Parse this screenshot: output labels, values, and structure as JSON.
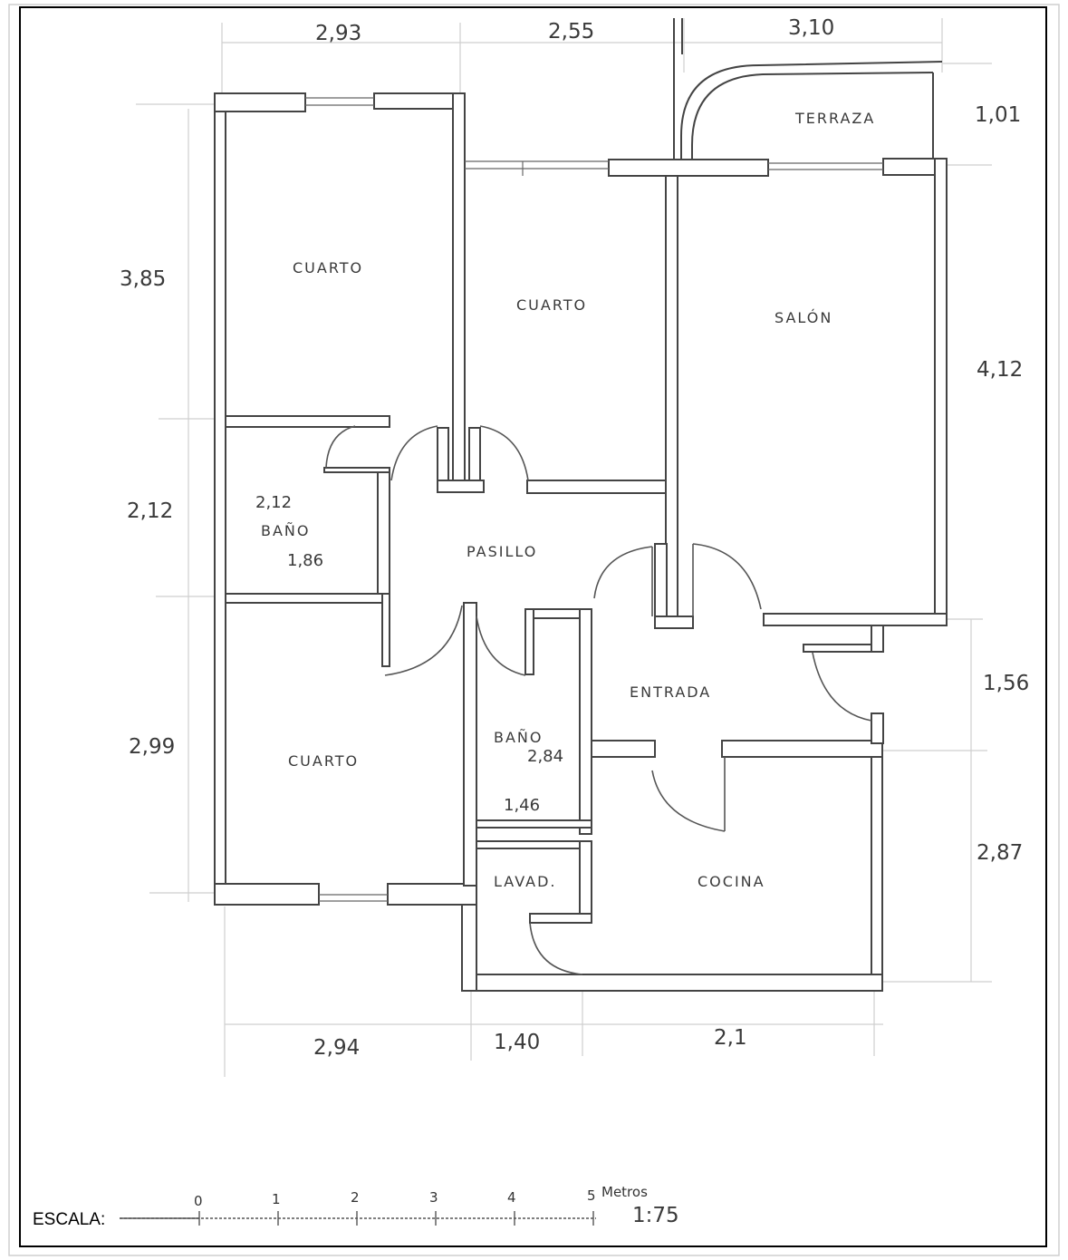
{
  "plan": {
    "dimensions_top": [
      "2,93",
      "2,55",
      "3,10"
    ],
    "dimensions_bottom": [
      "2,94",
      "1,40",
      "2,1"
    ],
    "dimensions_left": [
      "3,85",
      "2,12",
      "2,99"
    ],
    "dimensions_right": [
      "1,01",
      "4,12",
      "1,56",
      "2,87"
    ],
    "rooms": {
      "cuarto_1": "CUARTO",
      "cuarto_2": "CUARTO",
      "cuarto_3": "CUARTO",
      "salon": "SALÓN",
      "terraza": "TERRAZA",
      "pasillo": "PASILLO",
      "entrada": "ENTRADA",
      "cocina": "COCINA",
      "lavadero": "LAVAD.",
      "bano_1": "BAÑO",
      "bano_2": "BAÑO"
    },
    "bano_1_dims": [
      "2,12",
      "1,86"
    ],
    "bano_2_dims": [
      "2,84",
      "1,46"
    ]
  },
  "scale": {
    "label": "ESCALA:",
    "ticks": [
      "0",
      "1",
      "2",
      "3",
      "4",
      "5"
    ],
    "unit": "Metros",
    "ratio": "1:75"
  }
}
